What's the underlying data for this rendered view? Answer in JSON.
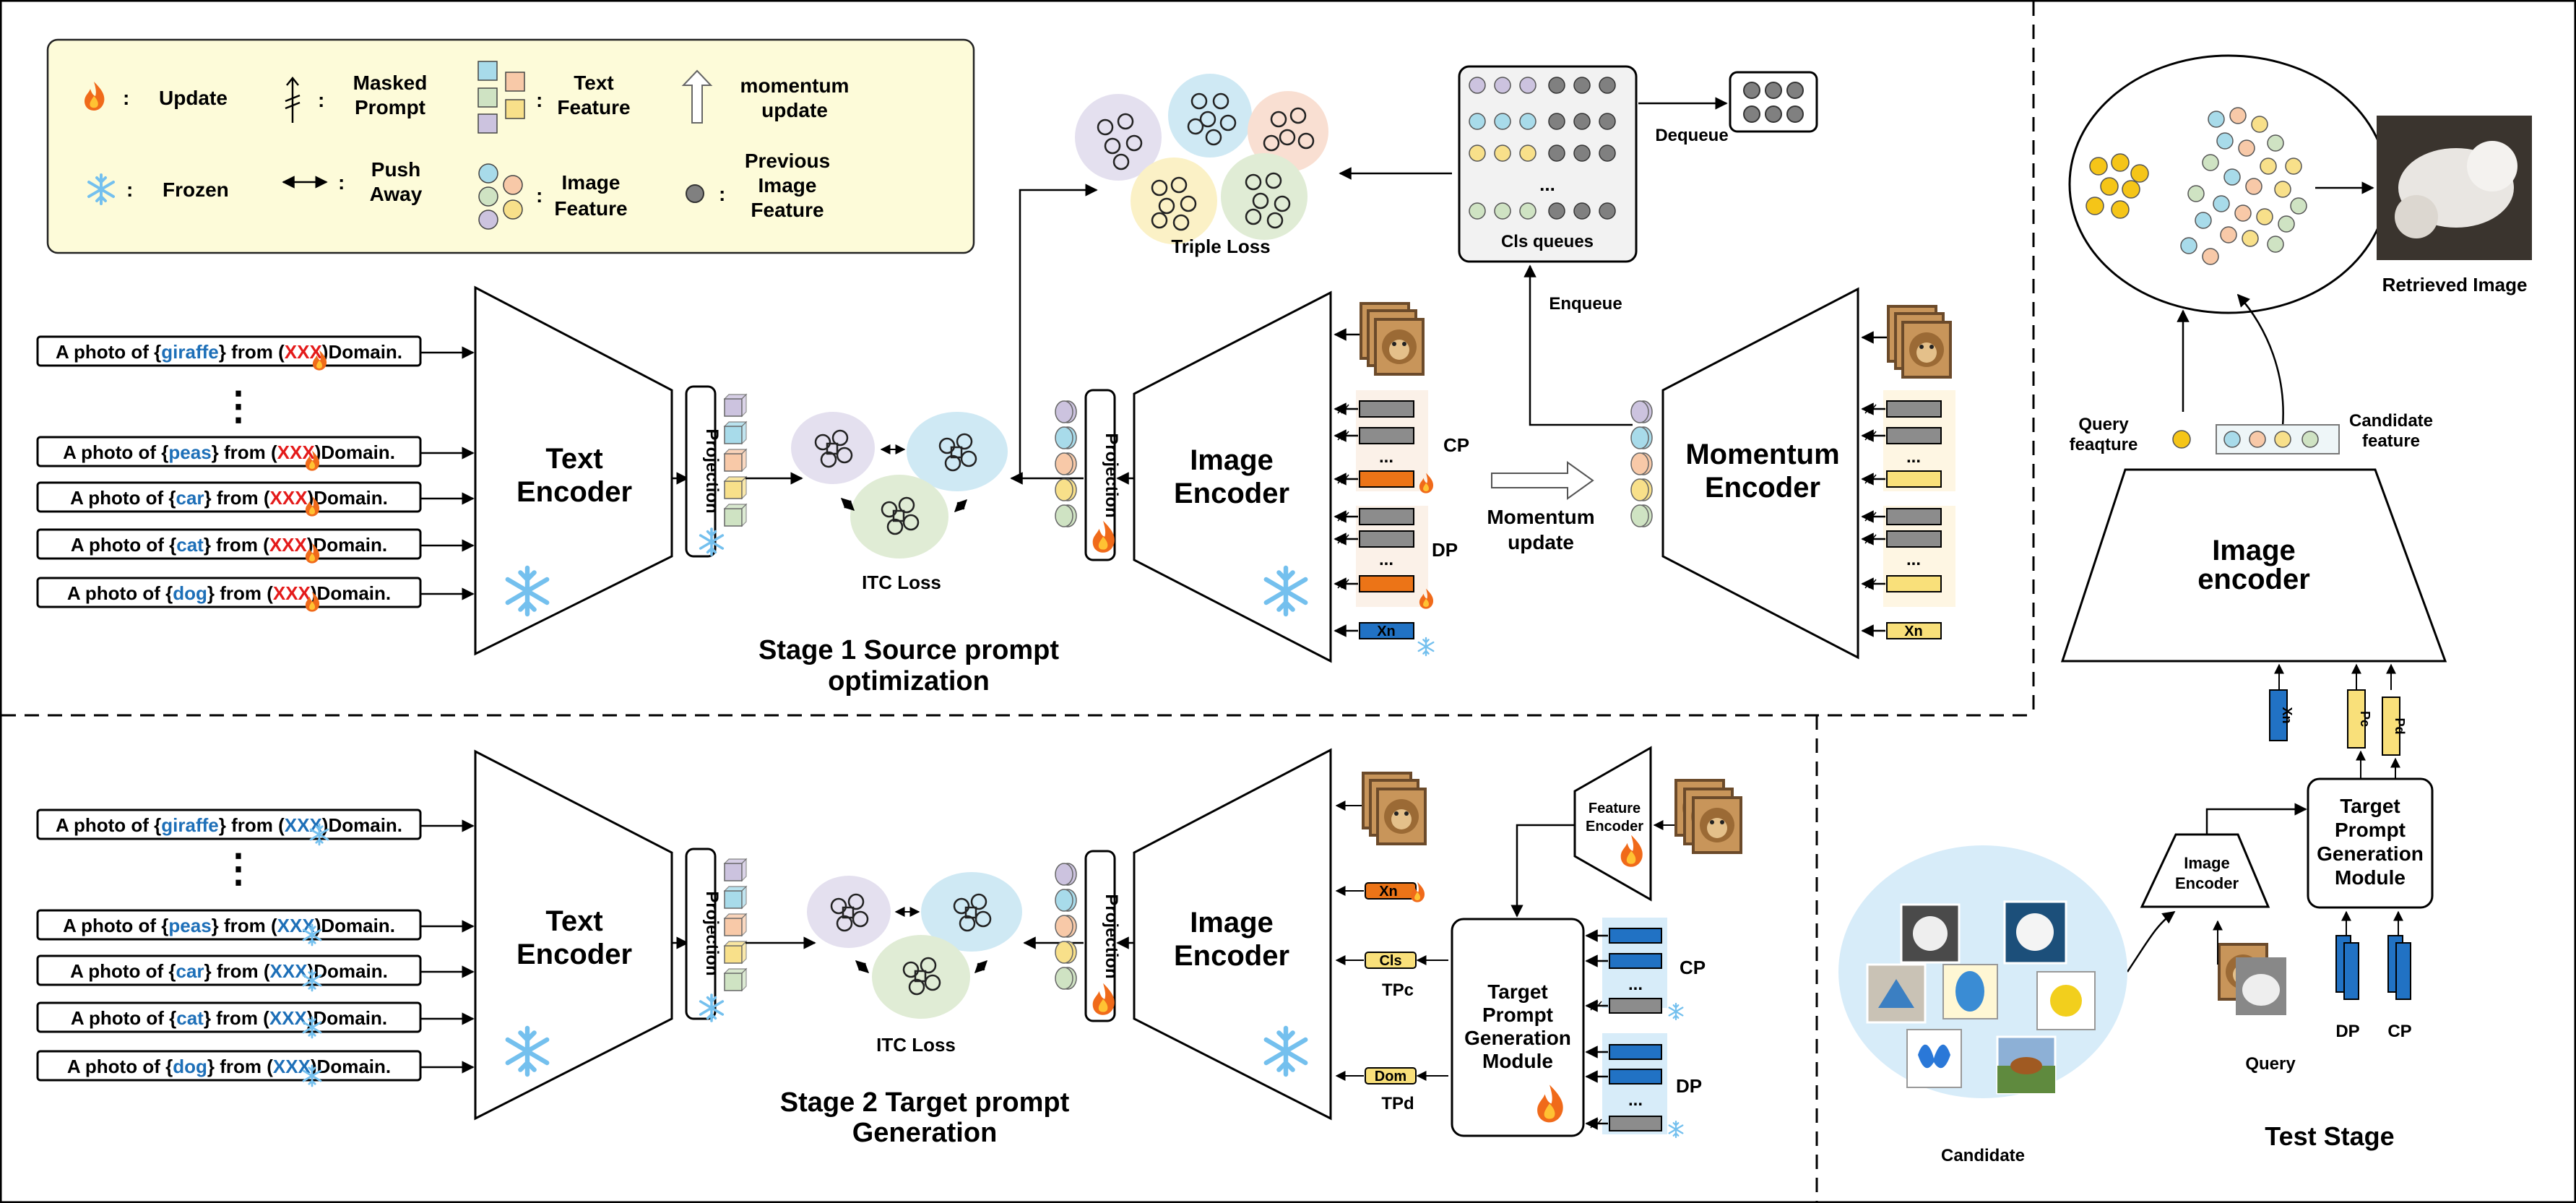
{
  "legend": {
    "update": "Update",
    "frozen": "Frozen",
    "masked_prompt": [
      "Masked",
      "Prompt"
    ],
    "push_away": [
      "Push",
      "Away"
    ],
    "text_feature": [
      "Text",
      "Feature"
    ],
    "image_feature": [
      "Image",
      "Feature"
    ],
    "momentum_update": [
      "momentum",
      "update"
    ],
    "previous_image_feature": [
      "Previous",
      "Image",
      "Feature"
    ],
    "colon": ":"
  },
  "prompts": {
    "prefix": "A photo of {",
    "mid": "} from (",
    "domain_mask": "XXX",
    "suffix": ")Domain.",
    "classes": [
      "giraffe",
      "peas",
      "car",
      "cat",
      "dog"
    ],
    "ellipsis": "⋮"
  },
  "stage1": {
    "text_encoder": [
      "Text",
      "Encoder"
    ],
    "projection": "Projection",
    "itc_loss": "ITC Loss",
    "image_encoder": [
      "Image",
      "Encoder"
    ],
    "triple_loss": "Triple Loss",
    "cls_queues": "Cls queues",
    "dequeue": "Dequeue",
    "enqueue": "Enqueue",
    "momentum_encoder": [
      "Momentum",
      "Encoder"
    ],
    "momentum_update": [
      "Momentum",
      "update"
    ],
    "cp": "CP",
    "dp": "DP",
    "xn": "Xn",
    "dots": "...",
    "title": [
      "Stage 1 Source prompt",
      "optimization"
    ]
  },
  "stage2": {
    "text_encoder": [
      "Text",
      "Encoder"
    ],
    "projection": "Projection",
    "itc_loss": "ITC Loss",
    "image_encoder": [
      "Image",
      "Encoder"
    ],
    "feature_encoder": [
      "Feature",
      "Encoder"
    ],
    "tpgm": [
      "Target",
      "Prompt",
      "Generation",
      "Module"
    ],
    "xn": "Xn",
    "cls": "Cls",
    "dom": "Dom",
    "tpc": "TPc",
    "tpd": "TPd",
    "cp": "CP",
    "dp": "DP",
    "title": [
      "Stage 2 Target prompt",
      "Generation"
    ]
  },
  "test": {
    "retrieved_image": "Retrieved Image",
    "query_feature": [
      "Query",
      "feaqture"
    ],
    "candidate_feature": [
      "Candidate",
      "feature"
    ],
    "image_encoder": [
      "Image",
      "encoder"
    ],
    "small_image_encoder": [
      "Image",
      "Encoder"
    ],
    "tpgm": [
      "Target",
      "Prompt",
      "Generation",
      "Module"
    ],
    "xn": "Xn",
    "pc": "Pc",
    "pd": "Pd",
    "dp": "DP",
    "cp": "CP",
    "query": "Query",
    "candidate": "Candidate",
    "title": "Test Stage"
  },
  "colors": {
    "legend_bg": "#fdfbd9",
    "blue_text": "#1d6fb8",
    "red_text": "#e41a1a",
    "flame": "#f06a1a",
    "snow": "#74c0ee",
    "prompt_gray": "#8c8c8c",
    "prompt_orange": "#ec7417",
    "prompt_yellow": "#f9e07a",
    "prompt_blue": "#2172c4",
    "candidate_bg": "#d7ecf9"
  }
}
